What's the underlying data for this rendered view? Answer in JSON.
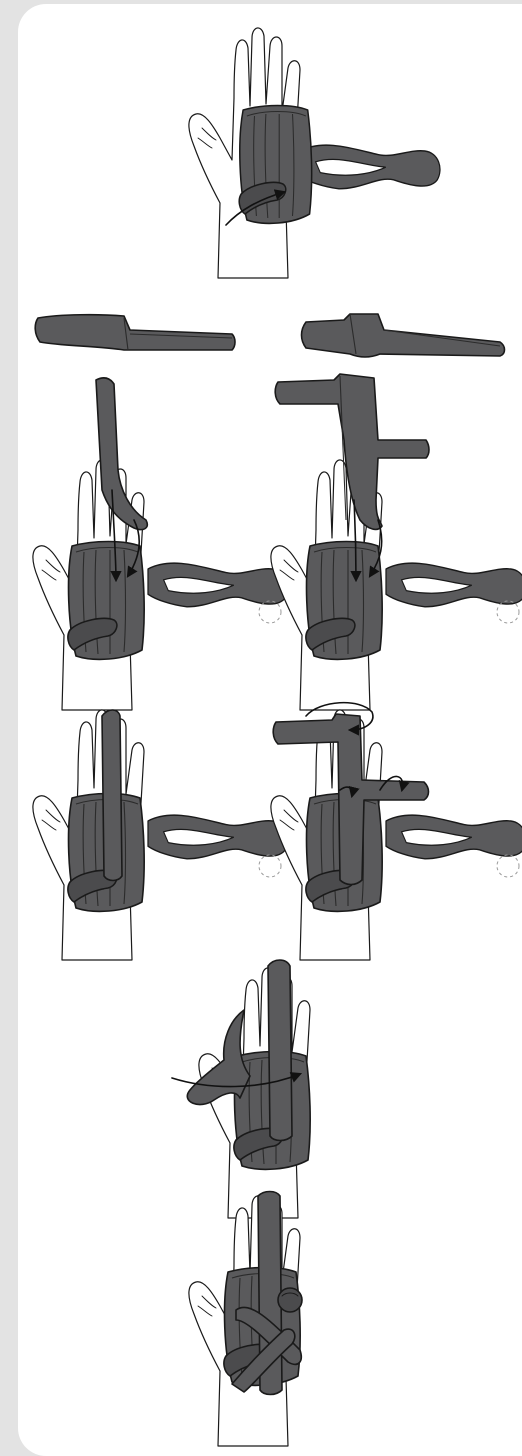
{
  "steps": [
    {
      "id": "step-1",
      "description_visible": ""
    },
    {
      "id": "step-2a"
    },
    {
      "id": "step-2b"
    },
    {
      "id": "step-3a"
    },
    {
      "id": "step-3b"
    },
    {
      "id": "step-4a"
    },
    {
      "id": "step-4b"
    },
    {
      "id": "step-5"
    },
    {
      "id": "step-6"
    }
  ],
  "colors": {
    "background": "#e3e3e3",
    "card": "#ffffff",
    "brace": "#5a5a5c",
    "outline": "#1a1a1a"
  }
}
